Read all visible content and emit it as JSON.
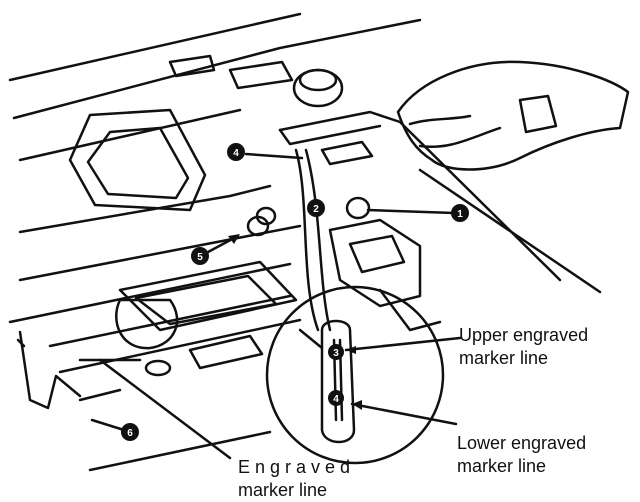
{
  "diagram": {
    "callouts": {
      "upper": [
        "Upper engraved",
        "marker line"
      ],
      "lower": [
        "Lower engraved",
        "marker line"
      ],
      "engraved": [
        "Engraved",
        "marker line"
      ]
    },
    "markers": [
      {
        "id": "m1",
        "num": "1"
      },
      {
        "id": "m2",
        "num": "2"
      },
      {
        "id": "m3",
        "num": "3"
      },
      {
        "id": "m4",
        "num": "4"
      },
      {
        "id": "m4b",
        "num": "4"
      },
      {
        "id": "m5",
        "num": "5"
      },
      {
        "id": "m6",
        "num": "6"
      }
    ]
  }
}
